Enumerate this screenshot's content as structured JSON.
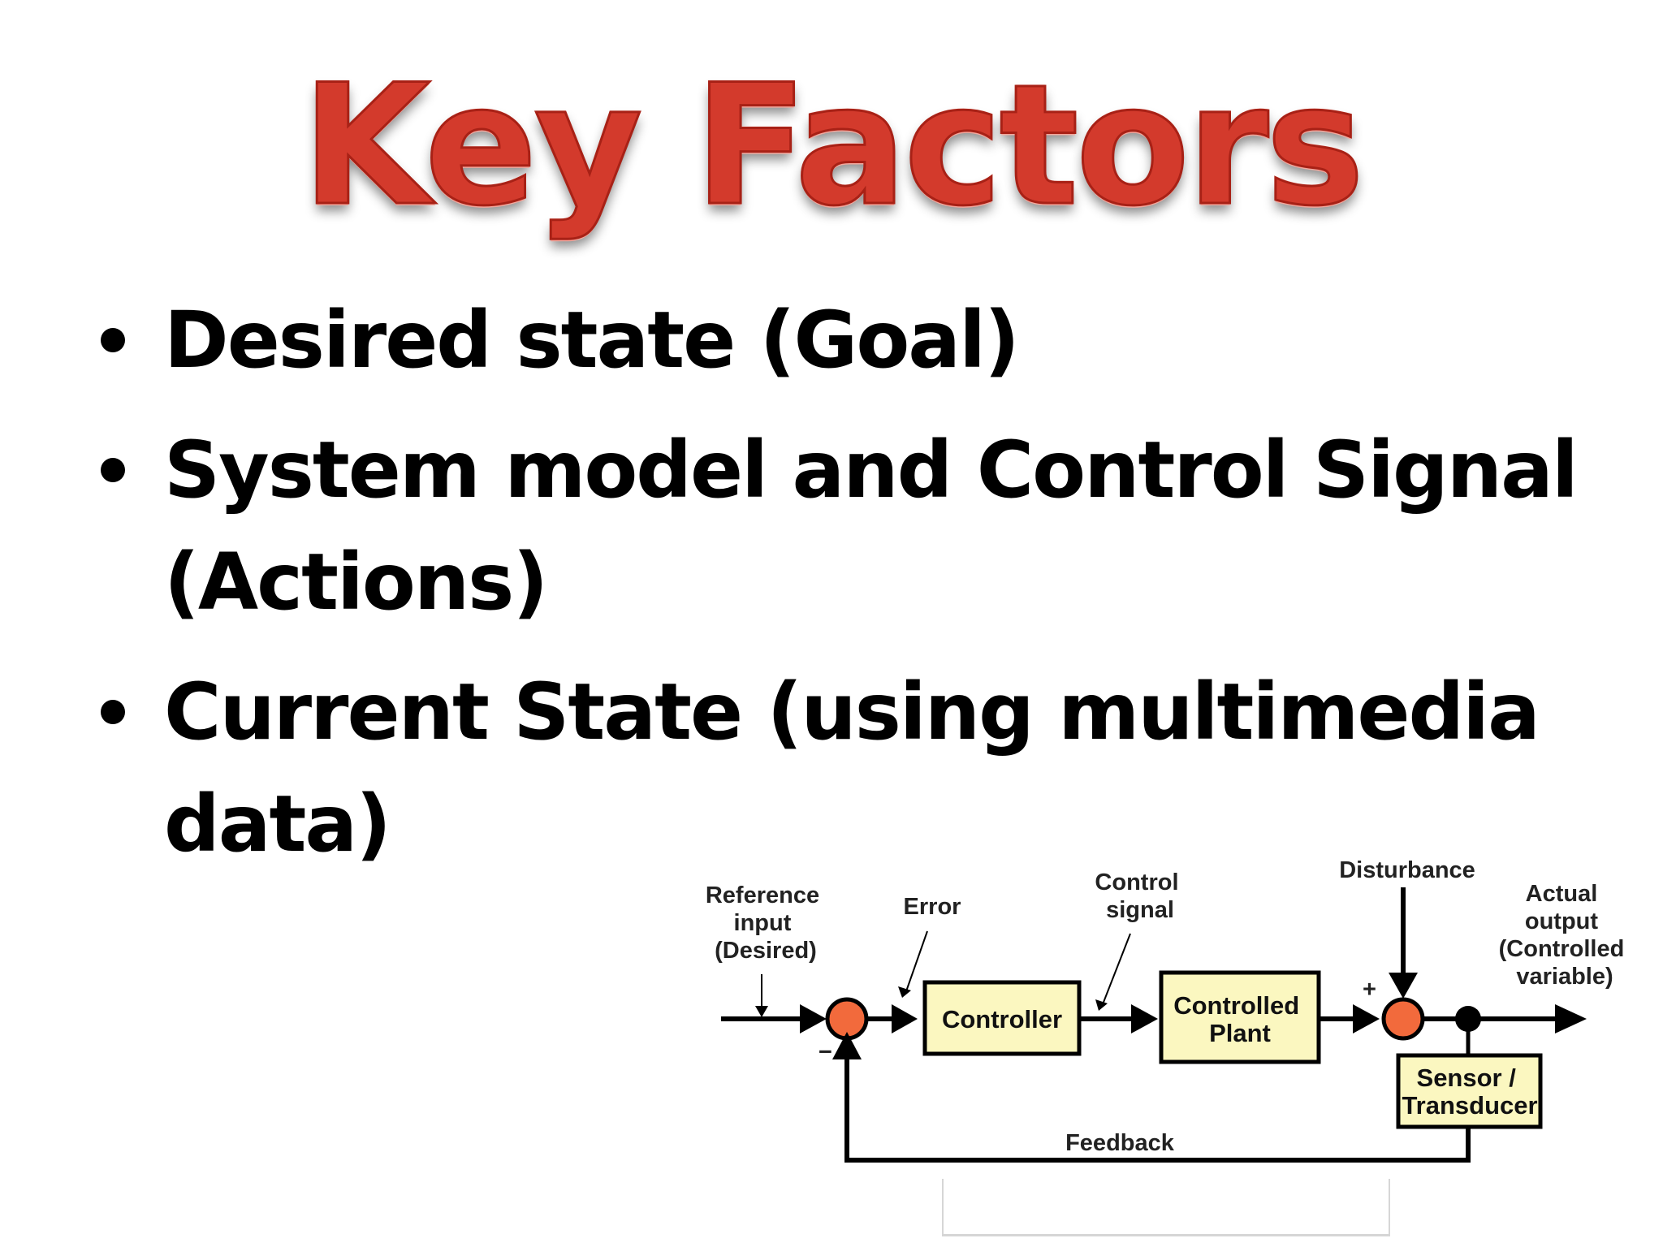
{
  "slide": {
    "title": "Key Factors",
    "bullets": [
      {
        "line1": "Desired state (Goal)"
      },
      {
        "line1": "System model and Control Signal",
        "line2": "(Actions)"
      },
      {
        "line1": "Current State (using multimedia data)"
      }
    ]
  },
  "diagram": {
    "reference_input": [
      "Reference",
      "input",
      "(Desired)"
    ],
    "error": "Error",
    "controller": "Controller",
    "control_signal": [
      "Control",
      "signal"
    ],
    "controlled_plant": [
      "Controlled",
      "Plant"
    ],
    "disturbance": "Disturbance",
    "plus_sign": "+",
    "minus_sign": "−",
    "actual_output": [
      "Actual",
      "output",
      "(Controlled",
      "variable)"
    ],
    "sensor": [
      "Sensor /",
      "Transducer"
    ],
    "feedback": "Feedback"
  },
  "colors": {
    "title_red": "#d33a2c",
    "block_fill": "#fbf7c0",
    "summing_junction": "#f26a3c"
  }
}
